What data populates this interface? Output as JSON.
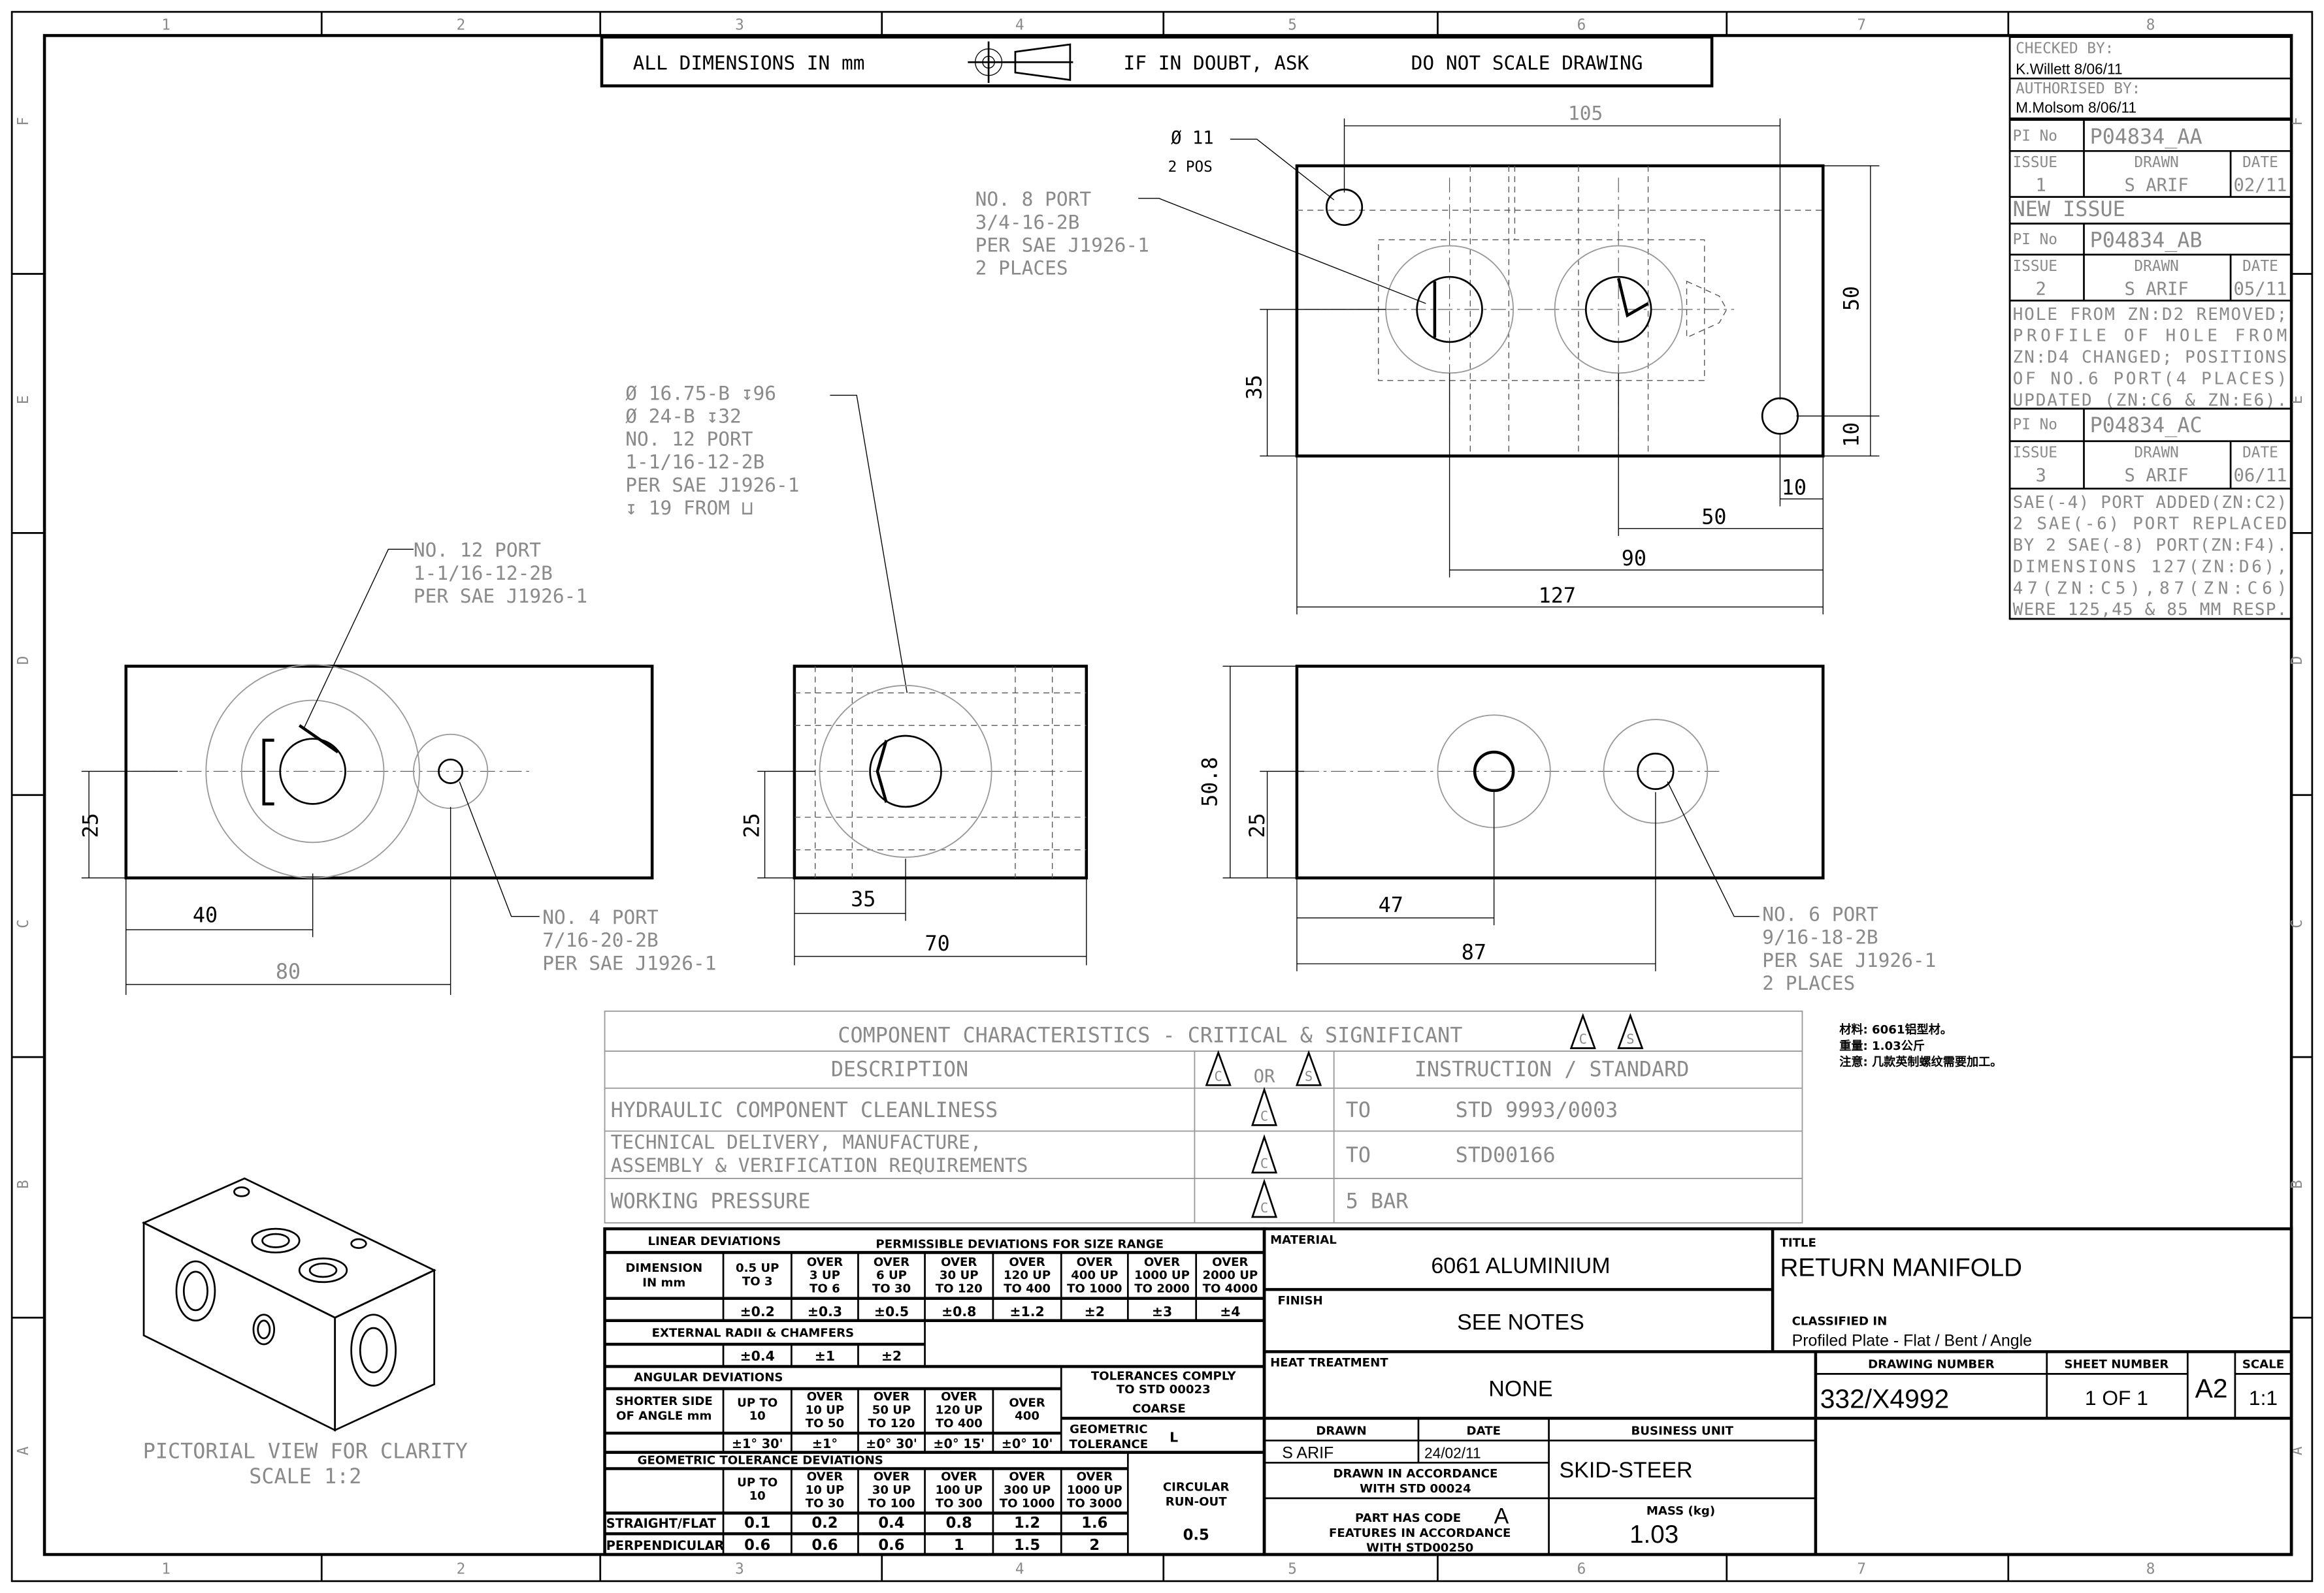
{
  "frame": {
    "columns": [
      "1",
      "2",
      "3",
      "4",
      "5",
      "6",
      "7",
      "8"
    ],
    "rows": [
      "F",
      "E",
      "D",
      "C",
      "B",
      "A"
    ]
  },
  "header_note": {
    "dimensions": "ALL DIMENSIONS IN mm",
    "doubt": "IF IN DOUBT, ASK",
    "scale": "DO NOT SCALE DRAWING"
  },
  "revisions": {
    "checked_label": "CHECKED BY:",
    "checked_value": "K.Willett 8/06/11",
    "authorised_label": "AUTHORISED BY:",
    "authorised_value": "M.Molsom 8/06/11",
    "pi_label": "PI No",
    "issue_label": "ISSUE",
    "drawn_label": "DRAWN",
    "date_label": "DATE",
    "entries": [
      {
        "pi": "P04834_AA",
        "issue": "1",
        "drawn": "S ARIF",
        "date": "02/11",
        "notes": [
          "NEW ISSUE"
        ]
      },
      {
        "pi": "P04834_AB",
        "issue": "2",
        "drawn": "S ARIF",
        "date": "05/11",
        "notes": [
          "HOLE FROM ZN:D2 REMOVED;",
          "PROFILE OF HOLE FROM",
          "ZN:D4 CHANGED; POSITIONS",
          "OF NO.6 PORT(4 PLACES)",
          "UPDATED (ZN:C6 & ZN:E6)."
        ]
      },
      {
        "pi": "P04834_AC",
        "issue": "3",
        "drawn": "S ARIF",
        "date": "06/11",
        "notes": [
          "SAE(-4) PORT ADDED(ZN:C2)",
          "2 SAE(-6) PORT REPLACED",
          "BY 2 SAE(-8) PORT(ZN:F4).",
          "DIMENSIONS 127(ZN:D6),",
          "47(ZN:C5),87(ZN:C6)",
          "WERE 125,45 & 85 MM RESP."
        ]
      }
    ]
  },
  "top_view": {
    "dim_105": "105",
    "dim_50v": "50",
    "dim_10v": "10",
    "dim_35": "35",
    "dim_10h": "10",
    "dim_50h": "50",
    "dim_90": "90",
    "dim_127": "127",
    "hole_callout": [
      "Ø 11",
      "2 POS"
    ],
    "port8_callout": [
      "NO. 8 PORT",
      "3/4-16-2B",
      "PER SAE J1926-1",
      "2 PLACES"
    ]
  },
  "front_views": {
    "port12_detail": [
      "Ø 16.75-B ↧96",
      "Ø 24-B ↧32",
      "NO. 12 PORT",
      "1-1/16-12-2B",
      "PER SAE J1926-1",
      "↧ 19 FROM ⊔"
    ],
    "port12_callout": [
      "NO. 12 PORT",
      "1-1/16-12-2B",
      "PER SAE J1926-1"
    ],
    "port4_callout": [
      "NO. 4 PORT",
      "7/16-20-2B",
      "PER SAE J1926-1"
    ],
    "port6_callout": [
      "NO. 6 PORT",
      "9/16-18-2B",
      "PER SAE J1926-1",
      "2 PLACES"
    ],
    "left": {
      "dim_25": "25",
      "dim_40": "40",
      "dim_80": "80"
    },
    "middle": {
      "dim_25": "25",
      "dim_35": "35",
      "dim_70": "70"
    },
    "right": {
      "dim_50_8": "50.8",
      "dim_25": "25",
      "dim_47": "47",
      "dim_87": "87"
    }
  },
  "pictorial": {
    "caption": "PICTORIAL VIEW FOR CLARITY",
    "scale": "SCALE 1:2"
  },
  "component_characteristics": {
    "title": "COMPONENT CHARACTERISTICS - CRITICAL & SIGNIFICANT",
    "col_description": "DESCRIPTION",
    "col_or": "OR",
    "col_instruction": "INSTRUCTION / STANDARD",
    "symbol_c": "C",
    "symbol_s": "S",
    "rows": [
      {
        "description": [
          "HYDRAULIC COMPONENT CLEANLINESS"
        ],
        "to": "TO",
        "standard": "STD 9993/0003"
      },
      {
        "description": [
          "TECHNICAL DELIVERY, MANUFACTURE,",
          "ASSEMBLY & VERIFICATION REQUIREMENTS"
        ],
        "to": "TO",
        "standard": "STD00166"
      },
      {
        "description": [
          "WORKING PRESSURE"
        ],
        "to": "",
        "standard": "5 BAR"
      }
    ]
  },
  "chinese_notes": [
    "材料: 6061铝型材。",
    "重量: 1.03公斤",
    "注意: 几款英制螺纹需要加工。"
  ],
  "tolerances": {
    "linear_title": "LINEAR DEVIATIONS",
    "permissible_title": "PERMISSIBLE DEVIATIONS FOR SIZE RANGE",
    "dimension_label": [
      "DIMENSION",
      "IN mm"
    ],
    "linear_ranges": [
      [
        "0.5 UP",
        "TO 3"
      ],
      [
        "OVER",
        "3 UP",
        "TO 6"
      ],
      [
        "OVER",
        "6 UP",
        "TO 30"
      ],
      [
        "OVER",
        "30 UP",
        "TO 120"
      ],
      [
        "OVER",
        "120 UP",
        "TO 400"
      ],
      [
        "OVER",
        "400 UP",
        "TO 1000"
      ],
      [
        "OVER",
        "1000 UP",
        "TO 2000"
      ],
      [
        "OVER",
        "2000 UP",
        "TO 4000"
      ]
    ],
    "linear_values": [
      "±0.2",
      "±0.3",
      "±0.5",
      "±0.8",
      "±1.2",
      "±2",
      "±3",
      "±4"
    ],
    "radii_title": "EXTERNAL RADII & CHAMFERS",
    "radii_values": [
      "±0.4",
      "±1",
      "±2"
    ],
    "angular_title": "ANGULAR DEVIATIONS",
    "angle_label": [
      "SHORTER SIDE",
      "OF ANGLE mm"
    ],
    "angular_ranges": [
      [
        "UP TO",
        "10"
      ],
      [
        "OVER",
        "10 UP",
        "TO 50"
      ],
      [
        "OVER",
        "50 UP",
        "TO 120"
      ],
      [
        "OVER",
        "120 UP",
        "TO 400"
      ],
      [
        "OVER",
        "400"
      ]
    ],
    "angular_values": [
      "±1° 30'",
      "±1°",
      "±0° 30'",
      "±0° 15'",
      "±0° 10'"
    ],
    "comply": [
      "TOLERANCES COMPLY",
      "TO STD 00023"
    ],
    "coarse": "COARSE",
    "geometric_label": [
      "GEOMETRIC",
      "TOLERANCE"
    ],
    "geometric_class": "L",
    "geo_title": "GEOMETRIC TOLERANCE DEVIATIONS",
    "geo_ranges": [
      [
        "UP TO",
        "10"
      ],
      [
        "OVER",
        "10 UP",
        "TO 30"
      ],
      [
        "OVER",
        "30 UP",
        "TO 100"
      ],
      [
        "OVER",
        "100 UP",
        "TO 300"
      ],
      [
        "OVER",
        "300 UP",
        "TO 1000"
      ],
      [
        "OVER",
        "1000 UP",
        "TO 3000"
      ]
    ],
    "runout_label": [
      "CIRCULAR",
      "RUN-OUT"
    ],
    "straight_label": "STRAIGHT/FLAT",
    "straight_values": [
      "0.1",
      "0.2",
      "0.4",
      "0.8",
      "1.2",
      "1.6"
    ],
    "perp_label": "PERPENDICULAR",
    "perp_values": [
      "0.6",
      "0.6",
      "0.6",
      "1",
      "1.5",
      "2"
    ],
    "runout_value": "0.5"
  },
  "title_block": {
    "material_label": "MATERIAL",
    "material": "6061 ALUMINIUM",
    "finish_label": "FINISH",
    "finish": "SEE NOTES",
    "title_label": "TITLE",
    "title": "RETURN MANIFOLD",
    "classified_label": "CLASSIFIED IN",
    "classified": "Profiled Plate - Flat / Bent / Angle",
    "heat_label": "HEAT TREATMENT",
    "heat": "NONE",
    "drawing_number_label": "DRAWING NUMBER",
    "drawing_number": "332/X4992",
    "sheet_label": "SHEET NUMBER",
    "sheet": "1  OF 1",
    "size": "A2",
    "scale_label": "SCALE",
    "scale": "1:1",
    "drawn_label": "DRAWN",
    "drawn": "S ARIF",
    "date_label": "DATE",
    "date": "24/02/11",
    "business_label": "BUSINESS UNIT",
    "business": "SKID-STEER",
    "accordance": [
      "DRAWN IN ACCORDANCE",
      "WITH STD 00024"
    ],
    "part_code": [
      "PART HAS CODE",
      "FEATURES IN ACCORDANCE",
      "WITH STD00250"
    ],
    "part_code_letter": "A",
    "mass_label": "MASS (kg)",
    "mass": "1.03"
  }
}
